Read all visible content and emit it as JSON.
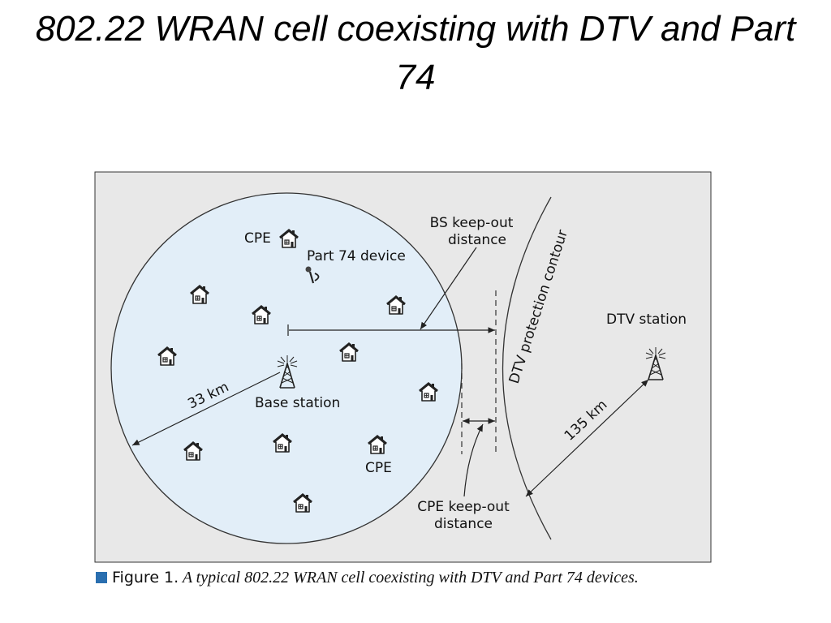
{
  "slide": {
    "title": "802.22 WRAN cell coexisting with DTV and Part 74"
  },
  "figure": {
    "labels": {
      "cpe_top": "CPE",
      "part74": "Part 74 device",
      "bs_keepout_line1": "BS keep-out",
      "bs_keepout_line2": "distance",
      "dtv_contour": "DTV protection contour",
      "dtv_station": "DTV station",
      "radius_33": "33 km",
      "base_station": "Base station",
      "radius_135": "135 km",
      "cpe_bottom": "CPE",
      "cpe_keepout_line1": "CPE keep-out",
      "cpe_keepout_line2": "distance"
    },
    "icons": {
      "house": "house-icon",
      "tower": "antenna-tower-icon",
      "microphone": "microphone-icon"
    },
    "colors": {
      "panel_bg": "#e8e8e8",
      "cell_fill": "#e2eef8",
      "line": "#222222",
      "caption_square": "#2a6fb0"
    }
  },
  "caption": {
    "label": "Figure 1.",
    "text": "A typical 802.22 WRAN cell coexisting with DTV and Part 74 devices."
  }
}
